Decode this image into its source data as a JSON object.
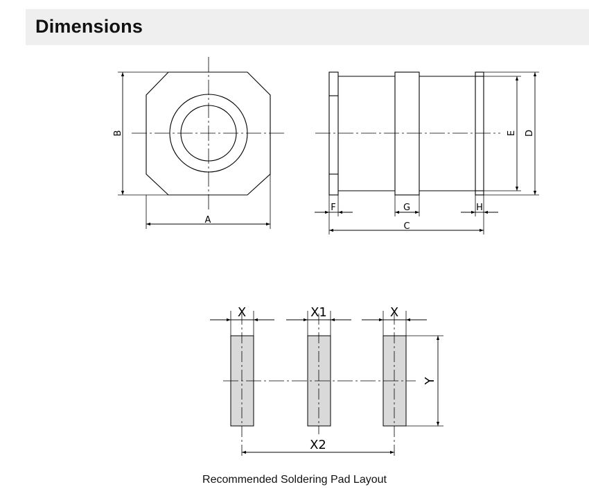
{
  "header": {
    "title": "Dimensions"
  },
  "outline_labels": {
    "a": "A",
    "b": "B",
    "c": "C",
    "d": "D",
    "e": "E",
    "f": "F",
    "g": "G",
    "h": "H"
  },
  "pad_labels": {
    "x_left": "X",
    "x1": "X1",
    "x_right": "X",
    "x2": "X2",
    "y": "Y"
  },
  "caption": "Recommended Soldering Pad Layout",
  "colors": {
    "header_bg": "#efefef",
    "pad_fill": "#d9d9d9",
    "line": "#000000"
  }
}
